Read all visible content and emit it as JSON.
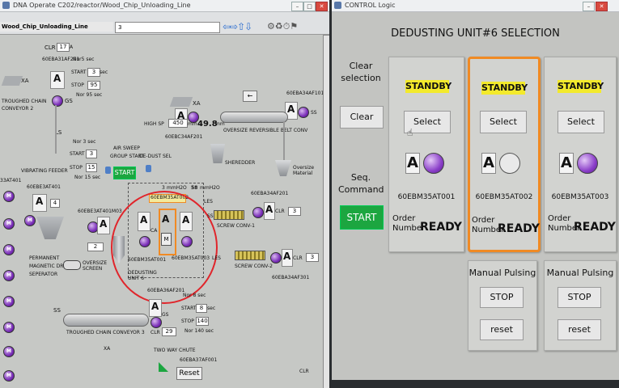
{
  "left_window": {
    "title": "DNA Operate C202/reactor/Wood_Chip_Unloading_Line",
    "tab_label": "Wood_Chip_Unloading_Line",
    "toolbar_field": "3",
    "labels": {
      "a31af201": "60EBA31AF201",
      "clr": "CLR",
      "val17": "17",
      "unitA": "A",
      "nor5": "Nor5 sec",
      "start": "START",
      "start_val": "3",
      "sec": "sec",
      "stop": "STOP",
      "stop_val": "95",
      "nor95": "Nor 95 sec",
      "xa": "XA",
      "gs": "GS",
      "troughed_chain": "TROUGHED CHAIN",
      "conveyor2": "CONVEYOR 2",
      "ls": "LS",
      "nor3": "Nor 3 sec",
      "stop15": "15",
      "nor15": "Nor 15 sec",
      "vibrating_feeder": "VIBRATING FEEDER",
      "at401": "60EBE3AT401",
      "at401m03": "60EBE3AT401M03",
      "a33at": "33AT401",
      "air_sweep": "AIR SWEEP",
      "group_start": "GROUP START",
      "dedust_sel": "DE-DUST SEL",
      "start_btn": "START",
      "high_sp": "HIGH SP",
      "high_sp_val": "450",
      "mm": "mm",
      "val498": "49.8",
      "c34af201": "60EBC34AF201",
      "a34af101": "60EBA34AF101",
      "oversize_belt": "OVERSIZE REVERSIBLE BELT CONV",
      "shredder": "SHEREDDER",
      "oversize_material": "Oversize Material",
      "m35at002": "60EBM35AT002",
      "mmh2o_3": "3",
      "mmh2o_58": "58",
      "mmh2o": "mmH2O",
      "ca": "CA",
      "m35at001": "60EBM35AT001",
      "m35at003": "60EBM35AT003",
      "dedusting_unit6": "DEDUSTING UNIT 6",
      "permanent": "PERMANENT",
      "magnetic_drum": "MAGNETIC DRUM",
      "separator": "SEPERATOR",
      "oversize_screen": "OVERSIZE SCREEN",
      "af201": "60EBA34AF201",
      "screw_conv1": "SCREW CONV-1",
      "screw_conv2": "SCREW CONV-2",
      "les": "LES",
      "ss": "SS",
      "val3": "3",
      "a34af301": "60EBA34AF301",
      "a36af201": "60EBA36AF201",
      "nor8": "Nor 8 sec",
      "start8": "8",
      "stop140": "140",
      "nor140": "Nor 140 sec",
      "val29": "29",
      "troughed_chain3": "TROUGHED CHAIN CONVEYOR 3",
      "two_way_chute": "TWO WAY CHUTE",
      "a37af001": "60EBA37AF001",
      "reset": "Reset",
      "m": "M",
      "value2": "2",
      "value4": "4",
      "clr_a": "CLR"
    }
  },
  "right_window": {
    "title": "CONTROL Logic",
    "heading": "DEDUSTING UNIT#6 SELECTION",
    "clear_selection_label": "Clear selection",
    "clear_button": "Clear",
    "seq_command_label": "Seq. Command",
    "start_button": "START",
    "units": [
      {
        "status": "STANDBY",
        "select": "Select",
        "letter": "A",
        "tag": "60EBM35AT001",
        "order_label": "Order Number",
        "order_value": "READY"
      },
      {
        "status": "STANDBY",
        "select": "Select",
        "letter": "A",
        "tag": "60EBM35AT002",
        "order_label": "Order Number",
        "order_value": "READY"
      },
      {
        "status": "STANDBY",
        "select": "Select",
        "letter": "A",
        "tag": "60EBM35AT003",
        "order_label": "Order Number",
        "order_value": "READY"
      }
    ],
    "pulsing": [
      {
        "title": "Manual Pulsing",
        "stop": "STOP",
        "reset": "reset"
      },
      {
        "title": "Manual Pulsing",
        "stop": "STOP",
        "reset": "reset"
      }
    ]
  },
  "colors": {
    "standby": "#f3ea2c",
    "selected_highlight": "#f08a24",
    "motor_on": "#8b3fc9",
    "start_green": "#1ca640",
    "annotation_red": "#e0252b"
  }
}
